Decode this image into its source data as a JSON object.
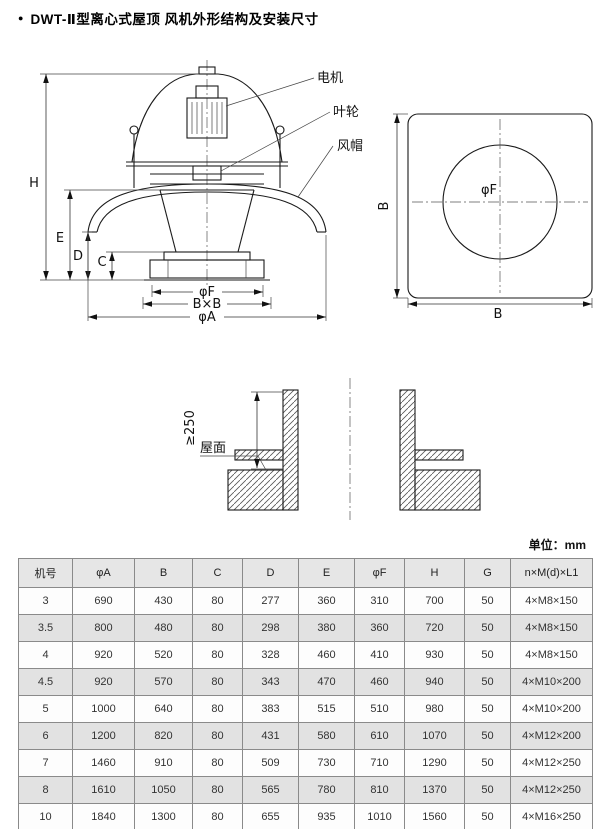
{
  "page": {
    "bullet": "●",
    "title": "DWT-Ⅱ型离心式屋顶 风机外形结构及安装尺寸",
    "unit_label": "单位：mm"
  },
  "side_view": {
    "callouts": {
      "motor": "电机",
      "impeller": "叶轮",
      "wind_cap": "风帽"
    },
    "dims": {
      "h": "H",
      "e": "E",
      "d": "D",
      "c": "C",
      "phi_f": "φF",
      "bxb": "B×B",
      "phi_a": "φA"
    }
  },
  "top_view": {
    "phi_f": "φF",
    "b_left": "B",
    "b_bottom": "B"
  },
  "section_view": {
    "min_clearance": "≥250",
    "roof_label": "屋面"
  },
  "table": {
    "headers": [
      "机号",
      "φA",
      "B",
      "C",
      "D",
      "E",
      "φF",
      "H",
      "G",
      "n×M(d)×L1"
    ],
    "rows": [
      [
        "3",
        "690",
        "430",
        "80",
        "277",
        "360",
        "310",
        "700",
        "50",
        "4×M8×150"
      ],
      [
        "3.5",
        "800",
        "480",
        "80",
        "298",
        "380",
        "360",
        "720",
        "50",
        "4×M8×150"
      ],
      [
        "4",
        "920",
        "520",
        "80",
        "328",
        "460",
        "410",
        "930",
        "50",
        "4×M8×150"
      ],
      [
        "4.5",
        "920",
        "570",
        "80",
        "343",
        "470",
        "460",
        "940",
        "50",
        "4×M10×200"
      ],
      [
        "5",
        "1000",
        "640",
        "80",
        "383",
        "515",
        "510",
        "980",
        "50",
        "4×M10×200"
      ],
      [
        "6",
        "1200",
        "820",
        "80",
        "431",
        "580",
        "610",
        "1070",
        "50",
        "4×M12×200"
      ],
      [
        "7",
        "1460",
        "910",
        "80",
        "509",
        "730",
        "710",
        "1290",
        "50",
        "4×M12×250"
      ],
      [
        "8",
        "1610",
        "1050",
        "80",
        "565",
        "780",
        "810",
        "1370",
        "50",
        "4×M12×250"
      ],
      [
        "10",
        "1840",
        "1300",
        "80",
        "655",
        "935",
        "1010",
        "1560",
        "50",
        "4×M16×250"
      ]
    ]
  }
}
